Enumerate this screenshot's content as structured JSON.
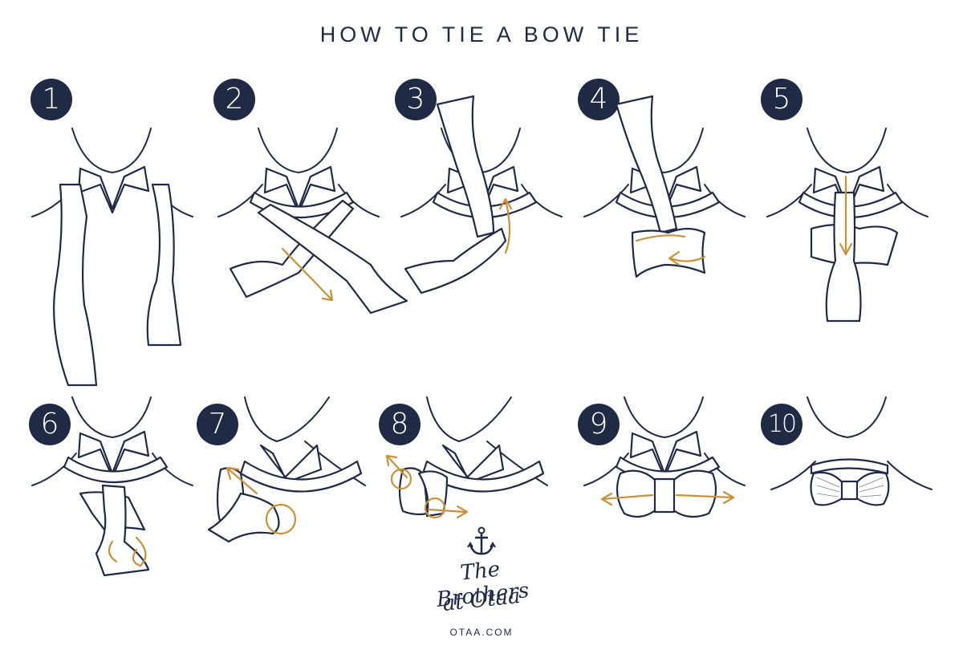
{
  "title": "HOW TO TIE A BOW TIE",
  "steps": [
    {
      "number": "1"
    },
    {
      "number": "2"
    },
    {
      "number": "3"
    },
    {
      "number": "4"
    },
    {
      "number": "5"
    },
    {
      "number": "6"
    },
    {
      "number": "7"
    },
    {
      "number": "8"
    },
    {
      "number": "9"
    },
    {
      "number": "10"
    }
  ],
  "brand": {
    "line1": "The Brothers",
    "line2": "at Otaa",
    "url": "OTAA.COM",
    "icon": "anchor-icon"
  },
  "colors": {
    "navy": "#1f2a44",
    "arrow": "#c8913a"
  }
}
